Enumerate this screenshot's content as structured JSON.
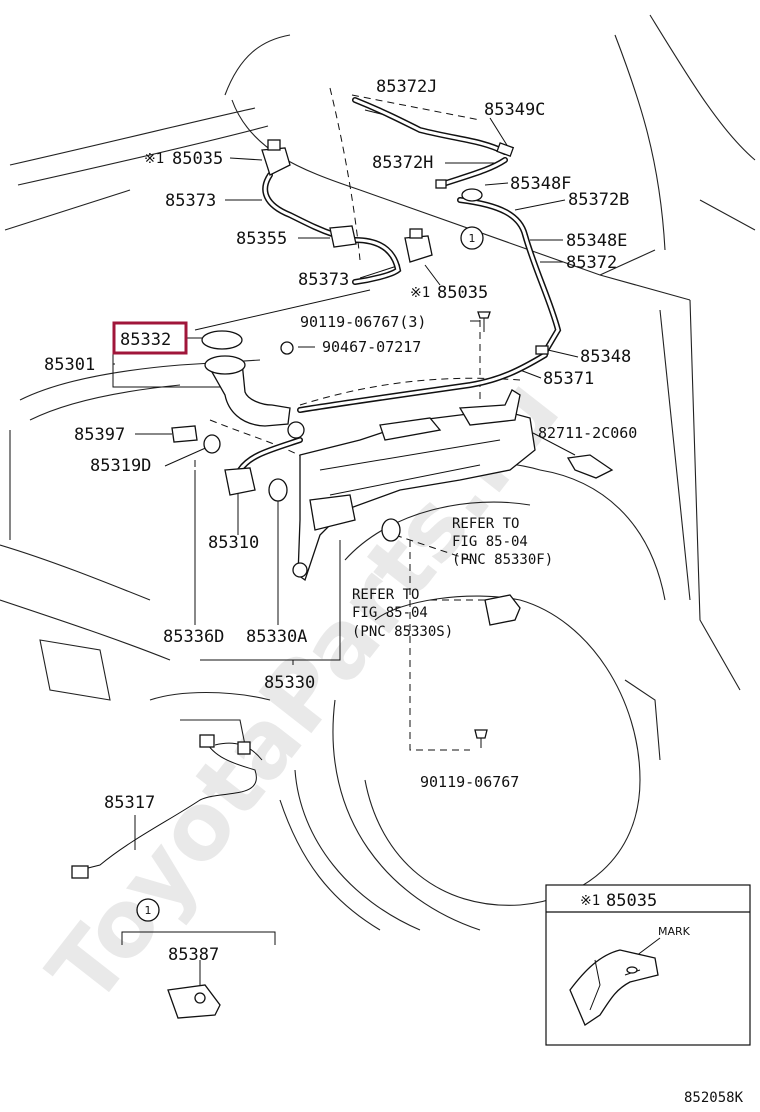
{
  "watermark": "ToyotaParts.ru",
  "callouts": {
    "p85372J": "85372J",
    "p85349C": "85349C",
    "p85035_top": "85035",
    "p85372H": "85372H",
    "p85348F": "85348F",
    "p85373_top": "85373",
    "p85372B": "85372B",
    "p85355": "85355",
    "p85348E": "85348E",
    "p85372": "85372",
    "p85373_mid": "85373",
    "p85035_mid": "85035",
    "p90119_06767_3": "90119-06767(3)",
    "p85332": "85332",
    "p90467_07217": "90467-07217",
    "p85348": "85348",
    "p85301": "85301",
    "p85371": "85371",
    "p85397": "85397",
    "p82711_2C060": "82711-2C060",
    "p85319D": "85319D",
    "p85310": "85310",
    "p85336D": "85336D",
    "p85330A": "85330A",
    "p85330": "85330",
    "p90119_06767": "90119-06767",
    "p85317": "85317",
    "p85387": "85387"
  },
  "note_marks": {
    "asterisk": "※1",
    "circle_one": "1"
  },
  "refer_f": {
    "line1": "REFER TO",
    "line2": "FIG 85-04",
    "line3": "(PNC 85330F)"
  },
  "refer_s": {
    "line1": "REFER TO",
    "line2": "FIG 85-04",
    "line3": "(PNC 85330S)"
  },
  "inset": {
    "header": "85035",
    "mark_label": "MARK"
  },
  "figure_code": "852058K",
  "highlight_color": "#a0163a"
}
